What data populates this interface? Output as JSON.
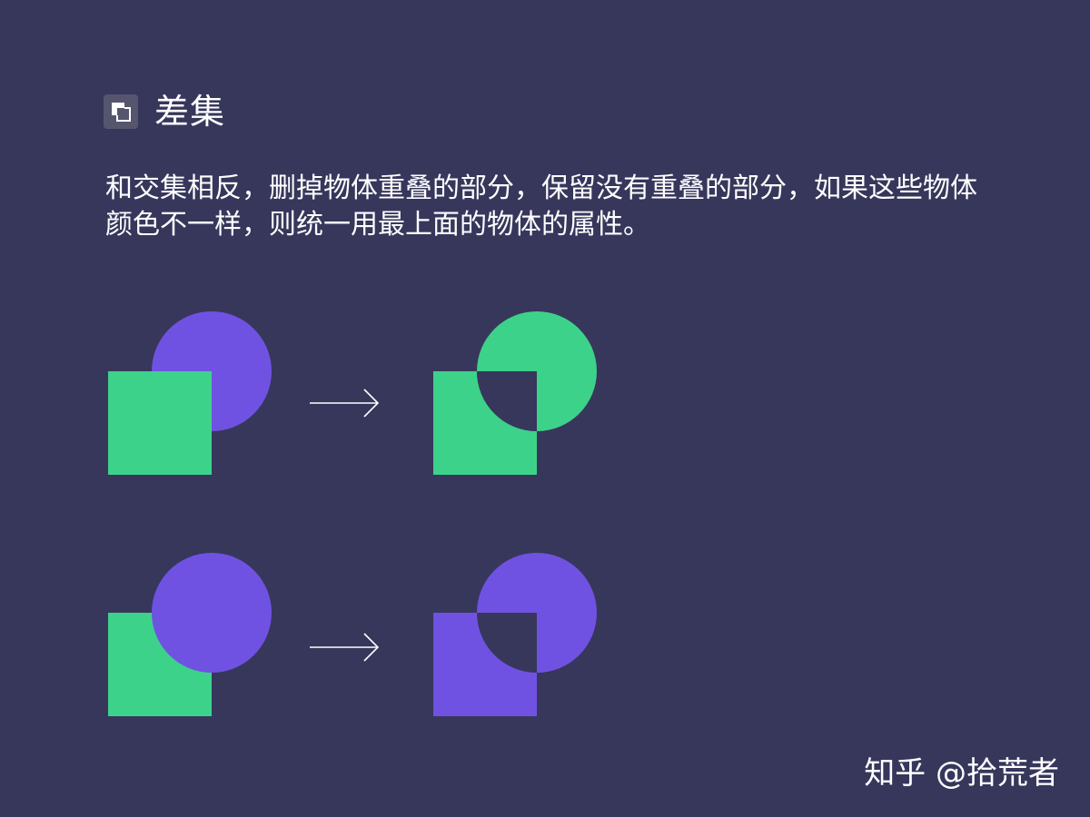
{
  "header": {
    "icon": "subtract-boolean-icon",
    "title": "差集"
  },
  "description": "和交集相反，删掉物体重叠的部分，保留没有重叠的部分，如果这些物体颜色不一样，则统一用最上面的物体的属性。",
  "colors": {
    "background": "#37375c",
    "green": "#3dd28a",
    "purple": "#7052e3",
    "arrow": "#ffffff"
  },
  "examples": [
    {
      "before": {
        "square_color": "green",
        "circle_color": "purple",
        "top": "square"
      },
      "after": {
        "result_color": "green"
      }
    },
    {
      "before": {
        "square_color": "green",
        "circle_color": "purple",
        "top": "circle"
      },
      "after": {
        "result_color": "purple"
      }
    }
  ],
  "watermark": "知乎 @拾荒者"
}
